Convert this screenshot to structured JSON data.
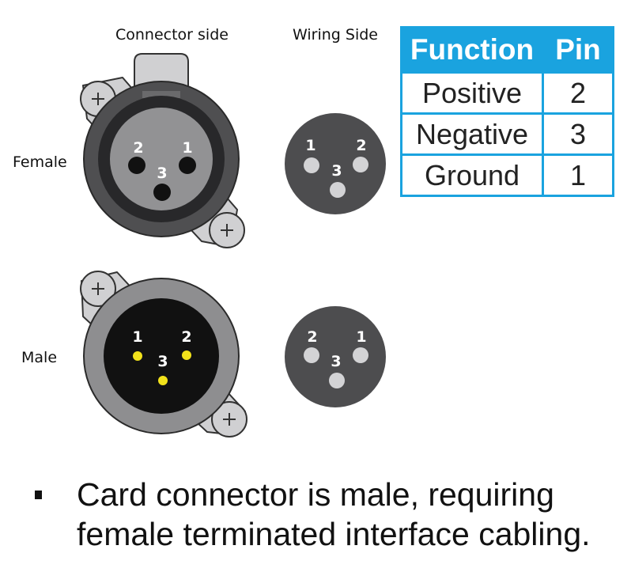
{
  "labels": {
    "connector_side": "Connector side",
    "wiring_side": "Wiring Side",
    "female": "Female",
    "male": "Male"
  },
  "pins": {
    "female_connector": [
      "2",
      "1",
      "3"
    ],
    "female_wiring": [
      "1",
      "2",
      "3"
    ],
    "male_connector": [
      "1",
      "2",
      "3"
    ],
    "male_wiring": [
      "2",
      "1",
      "3"
    ]
  },
  "table": {
    "headers": [
      "Function",
      "Pin"
    ],
    "rows": [
      {
        "function": "Positive",
        "pin": "2"
      },
      {
        "function": "Negative",
        "pin": "3"
      },
      {
        "function": "Ground",
        "pin": "1"
      }
    ]
  },
  "note": "Card connector is male, requiring female terminated interface cabling.",
  "colors": {
    "table_accent": "#1aa3df",
    "male_pin": "#f2e21b",
    "connector_dark": "#4d4d4f"
  }
}
